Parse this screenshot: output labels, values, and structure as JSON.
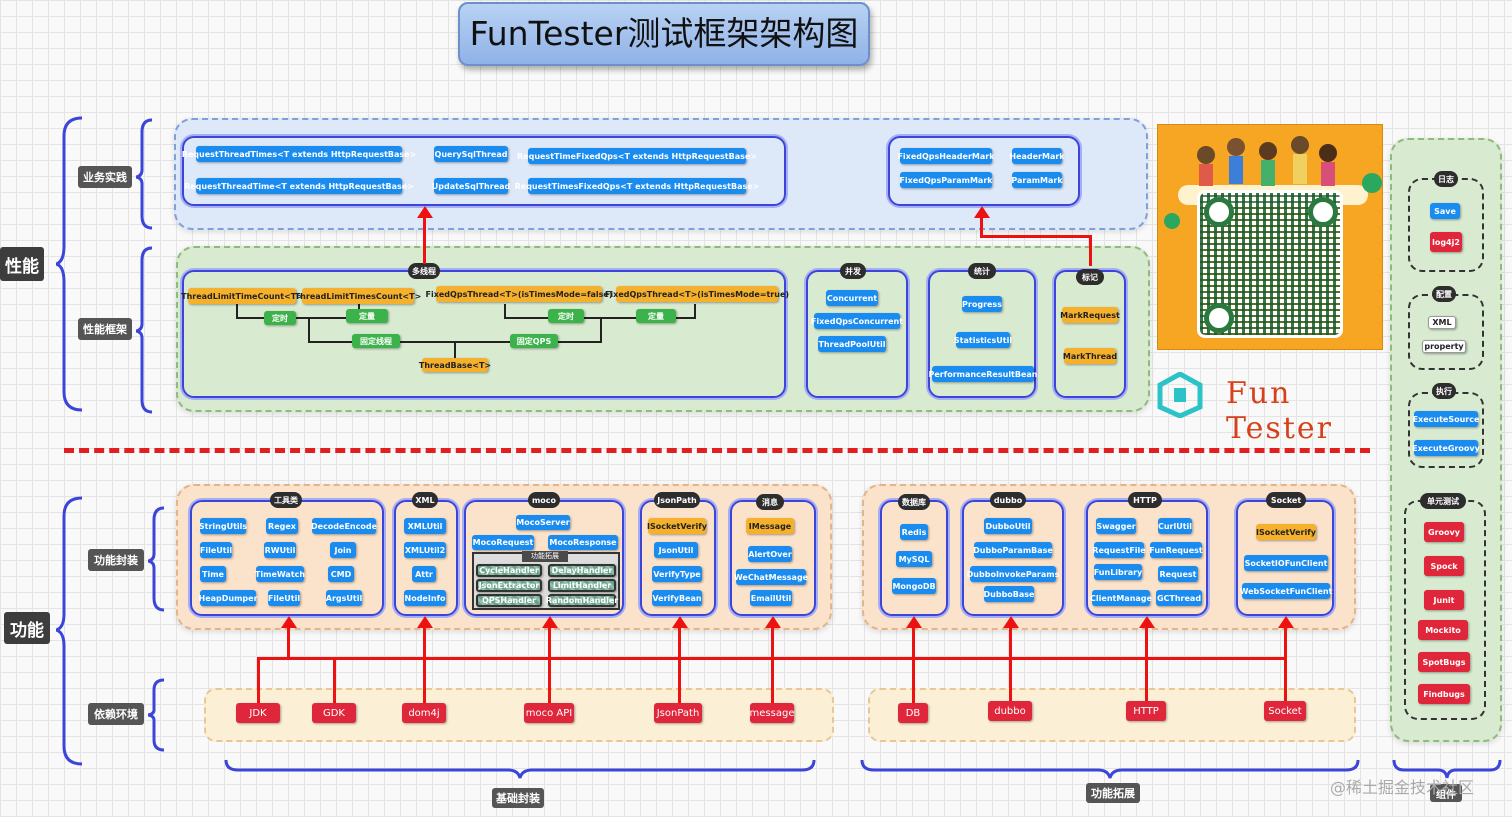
{
  "title": "FunTester测试框架架构图",
  "sections": {
    "performance": "性能",
    "function": "功能"
  },
  "labels": {
    "business": "业务实践",
    "perf_framework": "性能框架",
    "func_wrap": "功能封装",
    "dependency": "依赖环境",
    "basic_wrap": "基础封装",
    "func_ext": "功能拓展",
    "components": "组件"
  },
  "business": {
    "left": [
      "RequestThreadTimes<T extends HttpRequestBase>",
      "QuerySqlThread",
      "RequestTimeFixedQps<T extends HttpRequestBase>",
      "RequestThreadTime<T extends HttpRequestBase>",
      "UpdateSqlThread",
      "RequestTimesFixedQps<T extends HttpRequestBase>"
    ],
    "right": [
      "FixedQpsHeaderMark",
      "HeaderMark",
      "FixedQpsParamMark",
      "ParamMark"
    ]
  },
  "perf": {
    "multithread": {
      "tag": "多线程",
      "top": [
        "ThreadLimitTimeCount<T>",
        "ThreadLimitTimesCount<T>",
        "FixedQpsThread<T>(isTimesMode=false)",
        "FixedQpsThread<T>(isTimesMode=true)"
      ],
      "mid": [
        "定时",
        "定量",
        "定时",
        "定量"
      ],
      "lower": [
        "固定线程",
        "固定QPS"
      ],
      "base": "ThreadBase<T>"
    },
    "concurrent": {
      "tag": "并发",
      "items": [
        "Concurrent",
        "FixedQpsConcurrent",
        "ThreadPoolUtil"
      ]
    },
    "stats": {
      "tag": "统计",
      "items": [
        "Progress",
        "StatisticsUtil",
        "PerformanceResultBean"
      ]
    },
    "mark": {
      "tag": "标记",
      "items": [
        "MarkRequest",
        "MarkThread"
      ]
    }
  },
  "func": {
    "tools": {
      "tag": "工具类",
      "items": [
        "StringUtils",
        "Regex",
        "DecodeEncode",
        "FileUtil",
        "RWUtil",
        "Join",
        "Time",
        "TimeWatch",
        "CMD",
        "HeapDumper",
        "FileUtil",
        "ArgsUtil"
      ]
    },
    "xml": {
      "tag": "XML",
      "items": [
        "XMLUtil",
        "XMLUtil2",
        "Attr",
        "NodeInfo"
      ]
    },
    "moco": {
      "tag": "moco",
      "items": [
        "MocoServer",
        "MocoRequest",
        "MocoResponse"
      ],
      "ext_tag": "功能拓展",
      "ext": [
        "CycleHandler",
        "DelayHandler",
        "JsonExtractor",
        "LimitHandler",
        "QPSHandler",
        "RandomHandler"
      ]
    },
    "jsonpath": {
      "tag": "JsonPath",
      "items": [
        "ISocketVerify",
        "JsonUtil",
        "VerifyType",
        "VerifyBean"
      ]
    },
    "message": {
      "tag": "消息",
      "items": [
        "IMessage",
        "AlertOver",
        "WeChatMessage",
        "EmailUtil"
      ]
    },
    "db": {
      "tag": "数据库",
      "items": [
        "Redis",
        "MySQL",
        "MongoDB"
      ]
    },
    "dubbo": {
      "tag": "dubbo",
      "items": [
        "DubboUtil",
        "DubboParamBase",
        "DubboInvokeParams",
        "DubboBase"
      ]
    },
    "http": {
      "tag": "HTTP",
      "items": [
        "Swagger",
        "CurlUtil",
        "RequestFile",
        "FunRequest",
        "FunLibrary",
        "Request",
        "ClientManage",
        "GCThread"
      ]
    },
    "socket": {
      "tag": "Socket",
      "items": [
        "ISocketVerify",
        "SocketIOFunClient",
        "WebSocketFunClient"
      ]
    }
  },
  "deps": [
    "JDK",
    "GDK",
    "dom4j",
    "moco API",
    "JsonPath",
    "message",
    "DB",
    "dubbo",
    "HTTP",
    "Socket"
  ],
  "components": {
    "log": {
      "tag": "日志",
      "items": [
        "Save",
        "log4j2"
      ]
    },
    "config": {
      "tag": "配置",
      "items": [
        "XML",
        "property"
      ]
    },
    "exec": {
      "tag": "执行",
      "items": [
        "ExecuteSource",
        "ExecuteGroovy"
      ]
    },
    "unit": {
      "tag": "单元测试",
      "items": [
        "Groovy",
        "Spock",
        "Junit",
        "Mockito",
        "SpotBugs",
        "Findbugs"
      ]
    }
  },
  "logo": "Fun Tester",
  "watermark": "@稀土掘金技术社区",
  "colors": {
    "blue_node": "#1a8cf0",
    "green_node": "#3cb24a",
    "orange_node": "#f6b12c",
    "red_node": "#e0263a",
    "arrow": "#e11111"
  }
}
